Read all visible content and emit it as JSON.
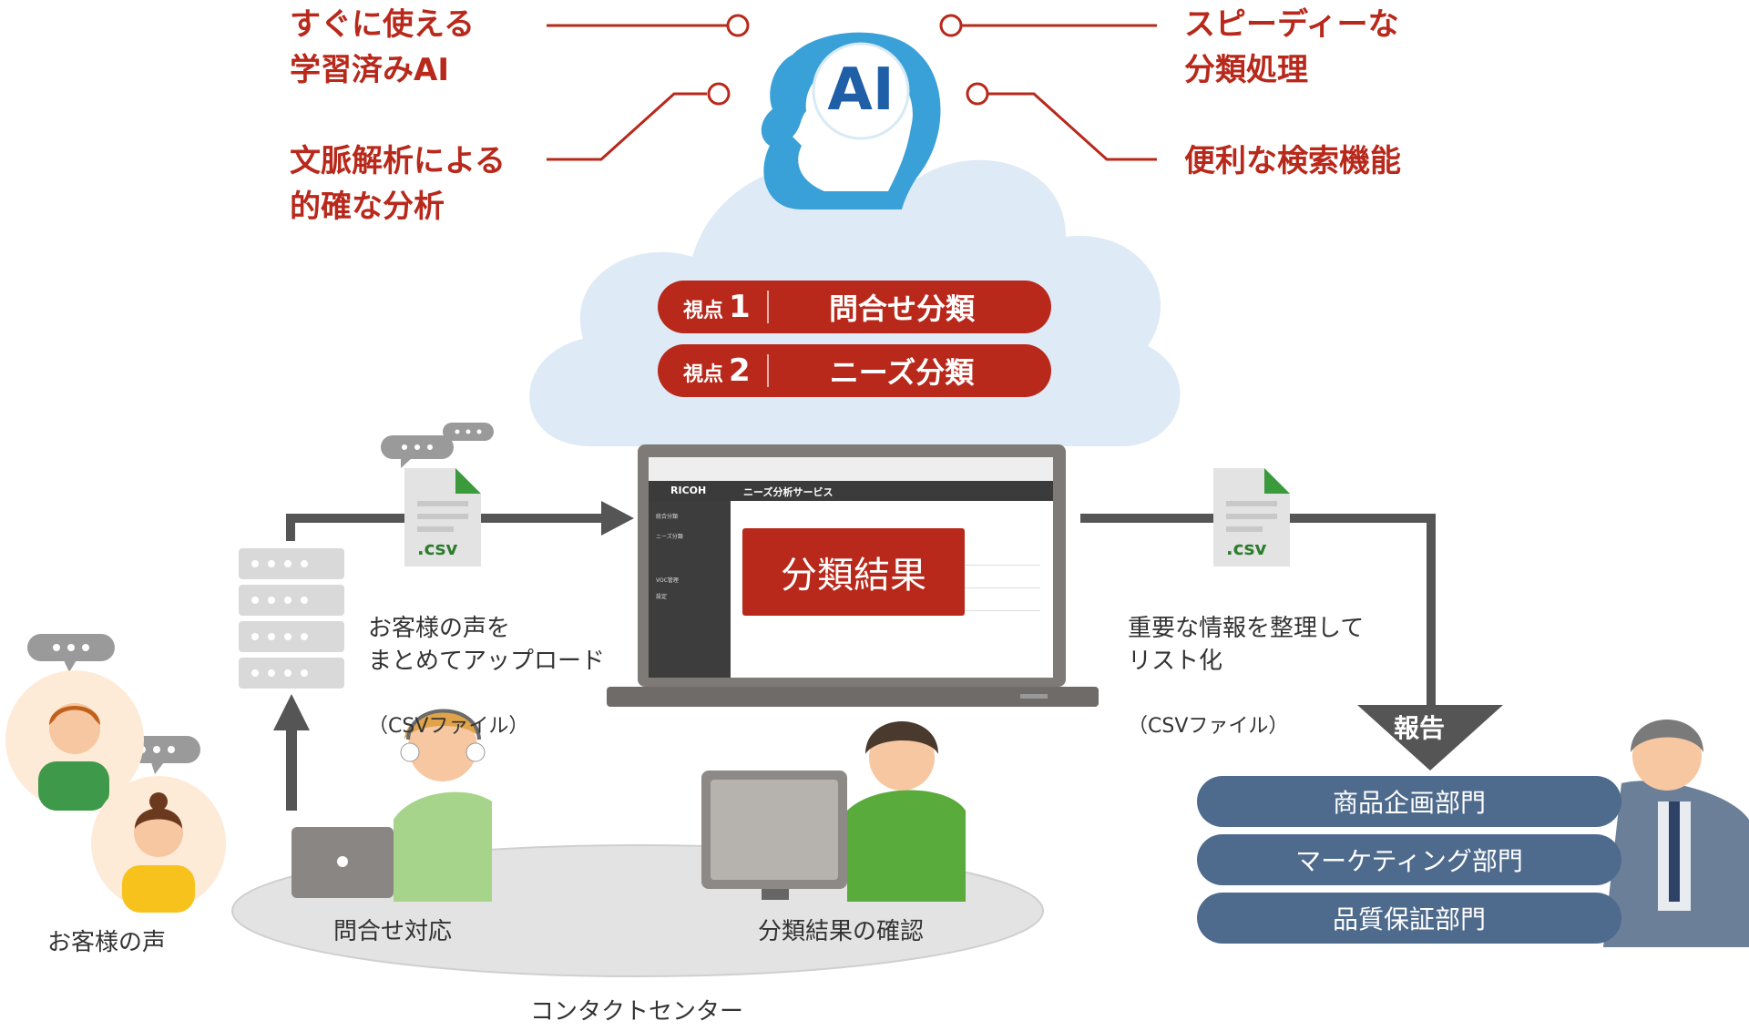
{
  "ai": {
    "label": "AI"
  },
  "features": {
    "top_left": "すぐに使える\n学習済みAI",
    "mid_left": "文脈解析による\n的確な分析",
    "top_right": "スピーディーな\n分類処理",
    "mid_right": "便利な検索機能"
  },
  "viewpoints": [
    {
      "tag": "視点",
      "num": "1",
      "text": "問合せ分類"
    },
    {
      "tag": "視点",
      "num": "2",
      "text": "ニーズ分類"
    }
  ],
  "upload": {
    "file": ".csv",
    "caption": "お客様の声を\nまとめてアップロード",
    "sub": "（CSVファイル）"
  },
  "output": {
    "file": ".csv",
    "caption": "重要な情報を整理して\nリスト化",
    "sub": "（CSVファイル）"
  },
  "laptop": {
    "brand": "RICOH",
    "service": "ニーズ分析サービス",
    "result": "分類結果",
    "sidebar": [
      "統合分類",
      "ニーズ分類",
      "VOC管理",
      "設定"
    ]
  },
  "customer": {
    "label": "お客様の声"
  },
  "contact_center": {
    "label": "コンタクトセンター",
    "agent1": "問合せ対応",
    "agent2": "分類結果の確認"
  },
  "report": {
    "label": "報告",
    "departments": [
      "商品企画部門",
      "マーケティング部門",
      "品質保証部門"
    ]
  },
  "colors": {
    "accent_red": "#b8281b",
    "dept_blue": "#4e6a8c",
    "arrow_gray": "#555555",
    "cloud": "#deeaf5",
    "csv_green": "#3b9a3b"
  }
}
